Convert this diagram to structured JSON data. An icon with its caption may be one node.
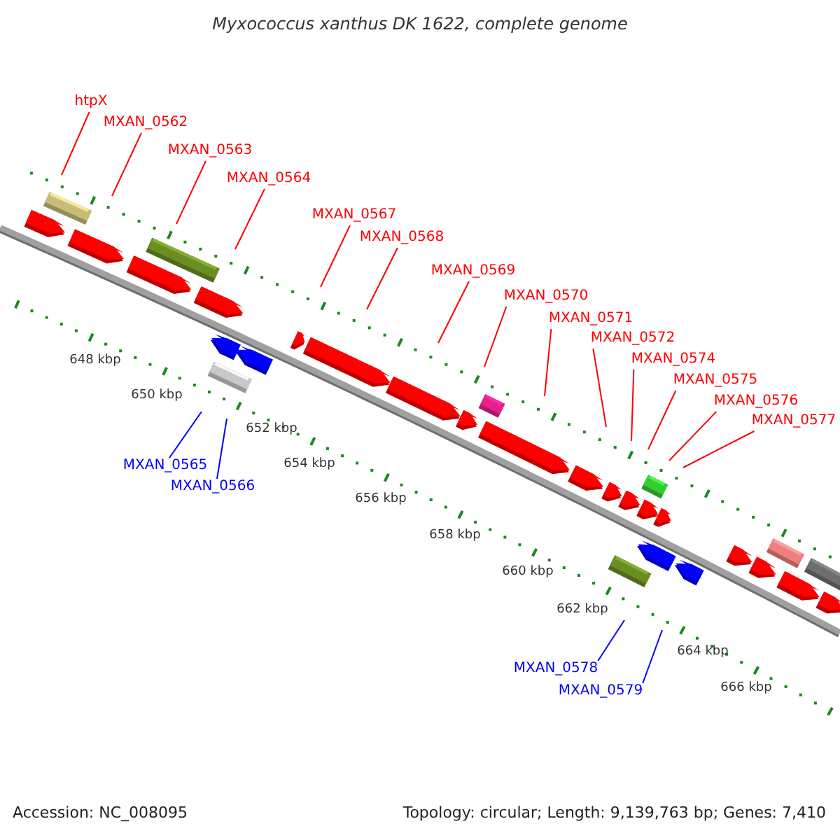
{
  "diagram": {
    "title": "Myxococcus xanthus DK 1622, complete genome",
    "nodes": [
      {
        "text": [
          "htpX"
        ]
      },
      {
        "text": [
          "MXAN_0562"
        ]
      },
      {
        "text": [
          "MXAN_0563"
        ]
      },
      {
        "text": [
          "MXAN_0564"
        ]
      },
      {
        "text": [
          "MXAN_0567"
        ]
      },
      {
        "text": [
          "MXAN_0568"
        ]
      },
      {
        "text": [
          "MXAN_0569"
        ]
      },
      {
        "text": [
          "MXAN_0570"
        ]
      },
      {
        "text": [
          "MXAN_0571"
        ]
      },
      {
        "text": [
          "MXAN_0572"
        ]
      },
      {
        "text": [
          "MXAN_0574"
        ]
      },
      {
        "text": [
          "MXAN_0575"
        ]
      },
      {
        "text": [
          "MXAN_0576"
        ]
      },
      {
        "text": [
          "MXAN_0577"
        ]
      },
      {
        "text": [
          "MXAN_0565"
        ]
      },
      {
        "text": [
          "MXAN_0566"
        ]
      },
      {
        "text": [
          "MXAN_0578"
        ]
      },
      {
        "text": [
          "MXAN_0579"
        ]
      }
    ],
    "edges": [
      {
        "from": 0,
        "to": null,
        "arrow": "none"
      },
      {
        "from": 1,
        "to": null,
        "arrow": "none"
      },
      {
        "from": 2,
        "to": null,
        "arrow": "none"
      },
      {
        "from": 3,
        "to": null,
        "arrow": "none"
      },
      {
        "from": 4,
        "to": null,
        "arrow": "none"
      },
      {
        "from": 5,
        "to": null,
        "arrow": "none"
      },
      {
        "from": 6,
        "to": null,
        "arrow": "none"
      },
      {
        "from": 7,
        "to": null,
        "arrow": "none"
      },
      {
        "from": 8,
        "to": null,
        "arrow": "none"
      },
      {
        "from": 9,
        "to": null,
        "arrow": "none"
      },
      {
        "from": 10,
        "to": null,
        "arrow": "none"
      },
      {
        "from": 11,
        "to": null,
        "arrow": "none"
      },
      {
        "from": 12,
        "to": null,
        "arrow": "none"
      },
      {
        "from": 13,
        "to": null,
        "arrow": "none"
      },
      {
        "from": 14,
        "to": null,
        "arrow": "none",
        "color": "#0000ff"
      },
      {
        "from": 15,
        "to": null,
        "arrow": "none",
        "color": "#0000ff"
      },
      {
        "from": 16,
        "to": null,
        "arrow": "none",
        "color": "#0000ff"
      },
      {
        "from": 17,
        "to": null,
        "arrow": "none",
        "color": "#0000ff"
      }
    ],
    "labels": [
      "648 kbp",
      "650 kbp",
      "652 kbp",
      "654 kbp",
      "656 kbp",
      "658 kbp",
      "660 kbp",
      "662 kbp",
      "664 kbp",
      "666 kbp",
      "Accession: NC_008095",
      "Topology: circular; Length: 9,139,763 bp; Genes: 7,410"
    ]
  }
}
